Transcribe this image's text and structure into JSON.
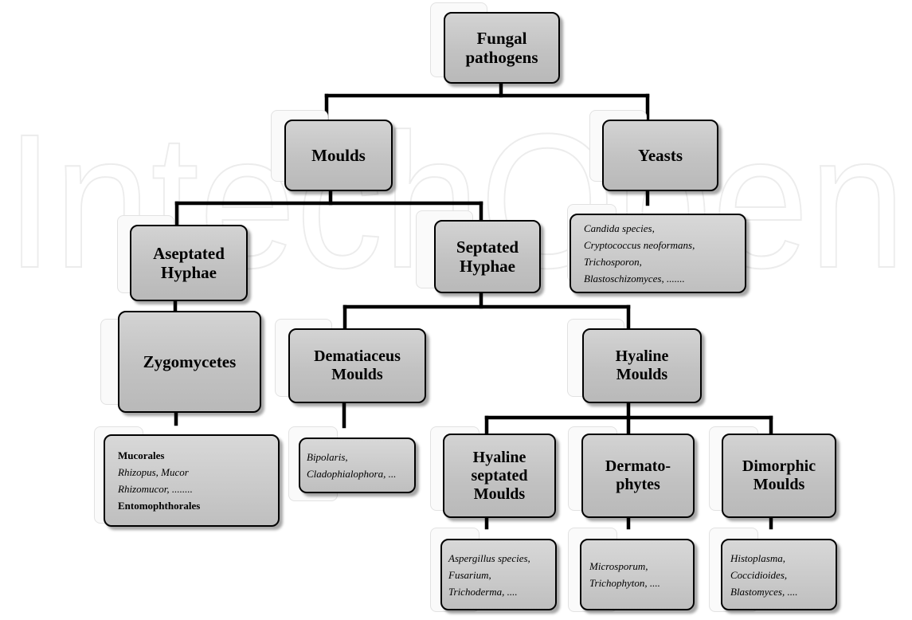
{
  "root": {
    "label": "Fungal\npathogens"
  },
  "moulds": {
    "label": "Moulds"
  },
  "yeasts": {
    "label": "Yeasts"
  },
  "yeast_species": {
    "lines": [
      "Candida species,",
      "Cryptococcus neoformans,",
      "Trichosporon,",
      "Blastoschizomyces, ......."
    ]
  },
  "aseptated": {
    "label": "Aseptated\nHyphae"
  },
  "septated": {
    "label": "Septated\nHyphae"
  },
  "zygomycetes": {
    "label": "Zygomycetes"
  },
  "zygo_species": {
    "lines": [
      "Mucorales",
      "Rhizopus, Mucor",
      "Rhizomucor, ........",
      "Entomophthorales"
    ]
  },
  "dematiaceous": {
    "label": "Dematiaceus\nMoulds"
  },
  "demat_species": {
    "lines": [
      "Bipolaris,",
      "Cladophialophora, ..."
    ]
  },
  "hyaline": {
    "label": "Hyaline\nMoulds"
  },
  "hyaline_septated": {
    "label": "Hyaline\nseptated\nMoulds"
  },
  "hyaline_species": {
    "lines": [
      "Aspergillus species,",
      "Fusarium,",
      "Trichoderma, ...."
    ]
  },
  "dermatophytes": {
    "label": "Dermato-\nphytes"
  },
  "dermato_species": {
    "lines": [
      "Microsporum,",
      "Trichophyton, ...."
    ]
  },
  "dimorphic": {
    "label": "Dimorphic\nMoulds"
  },
  "dimorphic_species": {
    "lines": [
      "Histoplasma,",
      "Coccidioides,",
      "Blastomyces, ...."
    ]
  },
  "watermark": {
    "text": "IntechOpen"
  }
}
